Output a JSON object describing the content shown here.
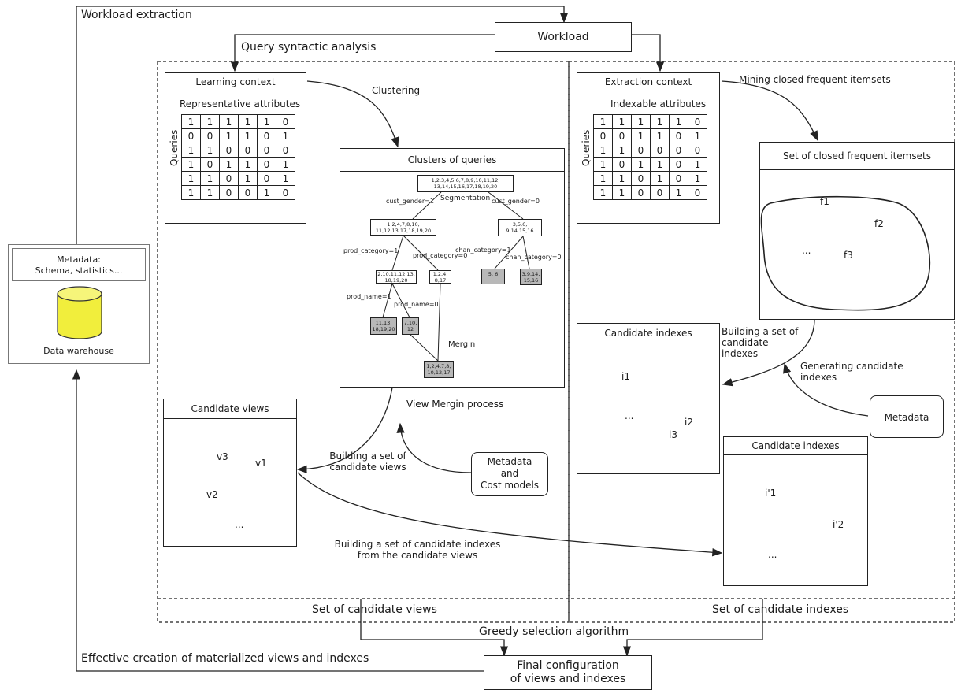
{
  "top_labels": {
    "workload_extraction": "Workload extraction",
    "workload": "Workload",
    "query_syntactic_analysis": "Query syntactic analysis"
  },
  "metadata_store": {
    "metadata_title": "Metadata:",
    "metadata_sub": "Schema, statistics...",
    "warehouse": "Data warehouse"
  },
  "learning_context": {
    "title": "Learning context",
    "matrix_title": "Representative attributes",
    "row_axis": "Queries",
    "matrix": [
      [
        "1",
        "1",
        "1",
        "1",
        "1",
        "0"
      ],
      [
        "0",
        "0",
        "1",
        "1",
        "0",
        "1"
      ],
      [
        "1",
        "1",
        "0",
        "0",
        "0",
        "0"
      ],
      [
        "1",
        "0",
        "1",
        "1",
        "0",
        "1"
      ],
      [
        "1",
        "1",
        "0",
        "1",
        "0",
        "1"
      ],
      [
        "1",
        "1",
        "0",
        "0",
        "1",
        "0"
      ]
    ]
  },
  "extraction_context": {
    "title": "Extraction context",
    "matrix_title": "Indexable attributes",
    "row_axis": "Queries",
    "matrix": [
      [
        "1",
        "1",
        "1",
        "1",
        "1",
        "0"
      ],
      [
        "0",
        "0",
        "1",
        "1",
        "0",
        "1"
      ],
      [
        "1",
        "1",
        "0",
        "0",
        "0",
        "0"
      ],
      [
        "1",
        "0",
        "1",
        "1",
        "0",
        "1"
      ],
      [
        "1",
        "1",
        "0",
        "1",
        "0",
        "1"
      ],
      [
        "1",
        "1",
        "0",
        "0",
        "1",
        "0"
      ]
    ]
  },
  "clustering_label": "Clustering",
  "mining_label": "Mining closed frequent itemsets",
  "clusters": {
    "title": "Clusters of queries",
    "root": "1,2,3,4,5,6,7,8,9,10,11,12, 13,14,15,16,17,18,19,20",
    "segmentation": "Segmentation",
    "cust_gender_1": "cust_gender=1",
    "cust_gender_0": "cust_gender=0",
    "n_left": "1,2,4,7,8,10, 11,12,13,17,18,19,20",
    "n_right": "3,5,6, 9,14,15,16",
    "prod_category_1": "prod_category=1",
    "prod_category_0": "prod_category=0",
    "chan_category_1": "chan_category=1",
    "chan_category_0": "chan_category=0",
    "n_ll": "2,10,11,12,13, 18,19,20",
    "n_lr": "1,2,4, 8,17",
    "n_rl": "5, 6",
    "n_rr": "3,9,14, 15,16",
    "prod_name_1": "prod_name=1",
    "prod_name_0": "prod_name=0",
    "n_lll": "11,13, 18,19,20",
    "n_llr": "7,10, 12",
    "mergin": "Mergin",
    "n_merged": "1,2,4,7,8, 10,12,17"
  },
  "closed_itemsets": {
    "title": "Set of closed frequent itemsets",
    "f1": "f1",
    "f2": "f2",
    "dots": "...",
    "f3": "f3"
  },
  "candidate_views": {
    "title": "Candidate views",
    "v3": "v3",
    "v1": "v1",
    "v2": "v2",
    "dots": "..."
  },
  "candidate_indexes_1": {
    "title": "Candidate indexes",
    "i1": "i1",
    "dots": "...",
    "i2": "i2",
    "i3": "i3"
  },
  "candidate_indexes_2": {
    "title": "Candidate indexes",
    "i1": "i'1",
    "i2": "i'2",
    "dots": "..."
  },
  "process_labels": {
    "view_mergin": "View Mergin process",
    "building_views": "Building a set of candidate views",
    "building_indexes": "Building a set of candidate indexes",
    "generating_indexes": "Generating candidate indexes",
    "building_from_views_1": "Building a set of candidate indexes",
    "building_from_views_2": "from the candidate views",
    "effective_creation": "Effective creation of materialized views and indexes",
    "greedy": "Greedy selection algorithm"
  },
  "metadata_box": "Metadata",
  "metadata_cost": {
    "line1": "Metadata",
    "line2": "and",
    "line3": "Cost models"
  },
  "bottom": {
    "set_views": "Set of candidate views",
    "set_indexes": "Set of candidate indexes",
    "final_1": "Final configuration",
    "final_2": "of views and indexes"
  }
}
